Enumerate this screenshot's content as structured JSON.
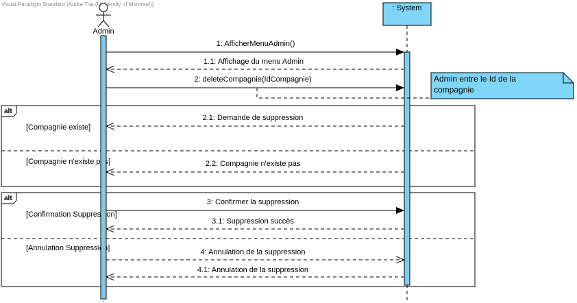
{
  "watermark": "Visual Paradigm Standard (Audre Trai (University of Montreal))",
  "lifelines": {
    "admin": {
      "name": "Admin"
    },
    "system": {
      "name": ": System"
    }
  },
  "messages": [
    {
      "id": "m1",
      "label": "1: AfficherMenuAdmin()",
      "kind": "sync"
    },
    {
      "id": "m2",
      "label": "1.1: Affichage du menu Admin",
      "kind": "return"
    },
    {
      "id": "m3",
      "label": "2: deleteCompagnie(IdCompagnie)",
      "kind": "sync"
    },
    {
      "id": "m4",
      "label": "2.1: Demande de suppression",
      "kind": "return"
    },
    {
      "id": "m5",
      "label": "2.2: Compagnie n'existe pas",
      "kind": "return"
    },
    {
      "id": "m6",
      "label": "3: Confirmer la suppression",
      "kind": "sync"
    },
    {
      "id": "m7",
      "label": "3.1: Suppression succès",
      "kind": "return"
    },
    {
      "id": "m8",
      "label": "4: Annulation de la suppression",
      "kind": "async"
    },
    {
      "id": "m9",
      "label": "4.1: Annulation de la suppression",
      "kind": "return"
    }
  ],
  "note": {
    "lines": [
      "Admin entre le Id de la",
      "compagnie"
    ]
  },
  "fragments": [
    {
      "operator": "alt",
      "guards": [
        "[Compagnie existe]",
        "[Compagnie n'existe pas]"
      ]
    },
    {
      "operator": "alt",
      "guards": [
        "[Confirmation Suppression]",
        "[Annulation Suppression]"
      ]
    }
  ],
  "colors": {
    "activation": "#7ecbee",
    "system_head": "#7fd6f7",
    "note": "#7fd6f7",
    "line": "#000000"
  }
}
